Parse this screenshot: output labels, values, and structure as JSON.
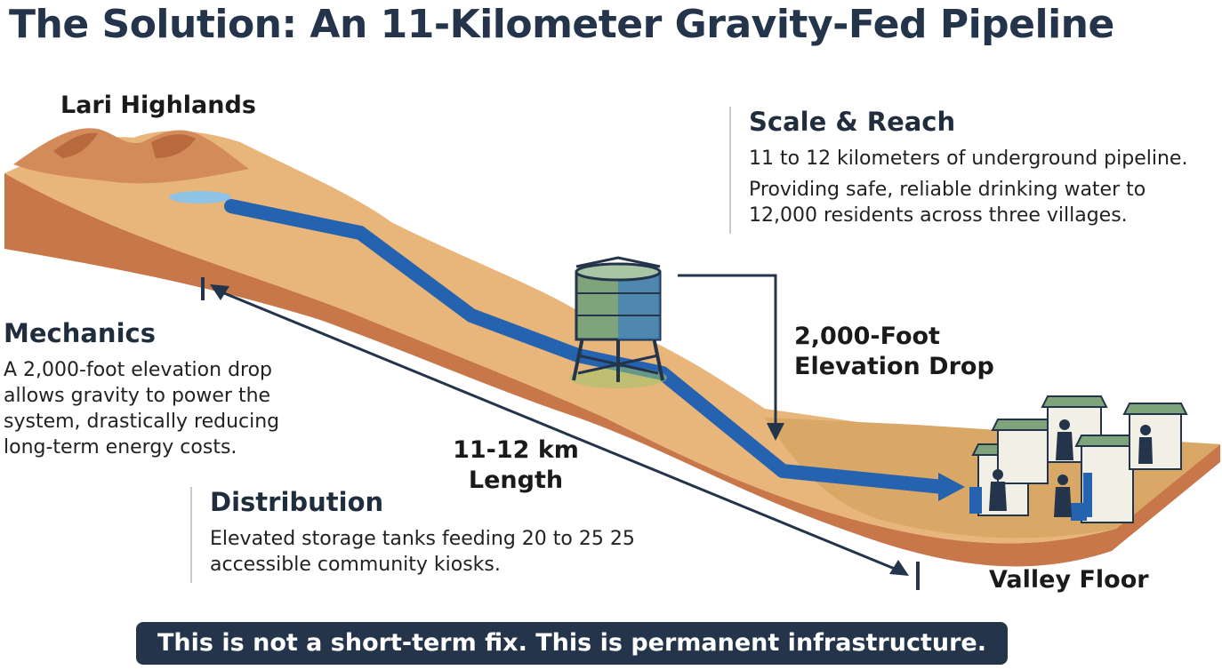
{
  "title": "The Solution: An 11-Kilometer Gravity-Fed Pipeline",
  "labels": {
    "highlands": "Lari Highlands",
    "valley": "Valley Floor",
    "drop_line1": "2,000-Foot",
    "drop_line2": "Elevation Drop",
    "length_line1": "11-12 km",
    "length_line2": "Length"
  },
  "scale": {
    "heading": "Scale & Reach",
    "line1": "11 to 12 kilometers of underground pipeline.",
    "line2": "Providing safe, reliable drinking water to 12,000 residents across three villages."
  },
  "mechanics": {
    "heading": "Mechanics",
    "body": "A 2,000-foot elevation drop allows gravity to power the system, drastically reducing long-term energy costs."
  },
  "distribution": {
    "heading": "Distribution",
    "body": "Elevated storage tanks feeding 20 to 25 25 accessible community kiosks."
  },
  "banner": "This is not a short-term fix. This is permanent infrastructure.",
  "colors": {
    "terrain_top": "#e8b57a",
    "terrain_side": "#c8774a",
    "pipe": "#2563b0",
    "navy": "#24344a",
    "kiosk_roof": "#7fa37a"
  }
}
